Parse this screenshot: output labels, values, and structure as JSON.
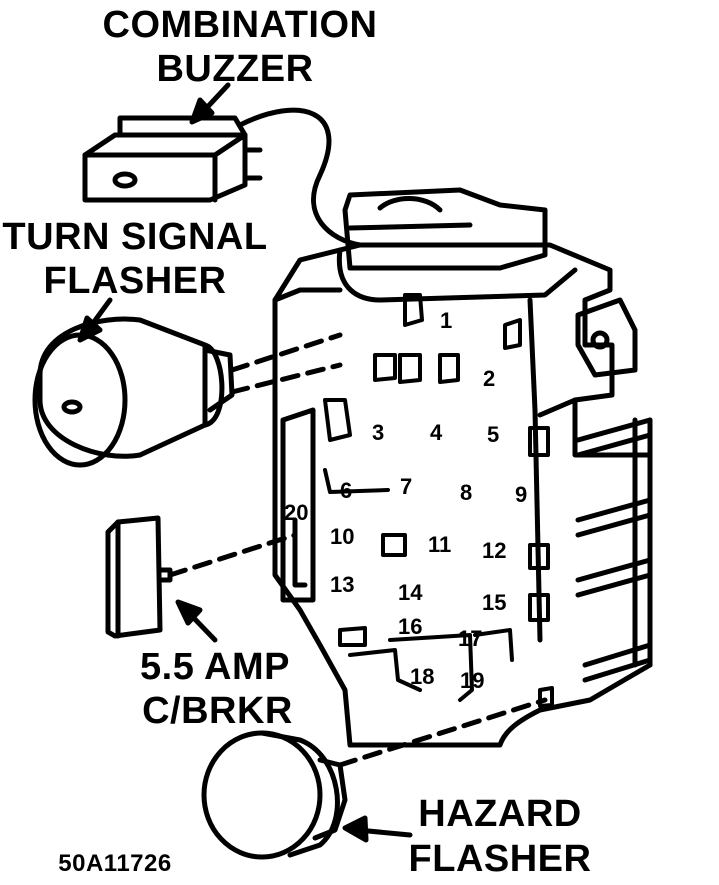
{
  "labels": {
    "combination_buzzer_line1": "COMBINATION",
    "combination_buzzer_line2": "BUZZER",
    "turn_signal_line1": "TURN SIGNAL",
    "turn_signal_line2": "FLASHER",
    "breaker_line1": "5.5 AMP",
    "breaker_line2": "C/BRKR",
    "hazard_line1": "HAZARD",
    "hazard_line2": "FLASHER",
    "figure_id": "50A11726"
  },
  "fuse_numbers": [
    "1",
    "2",
    "3",
    "4",
    "5",
    "6",
    "7",
    "8",
    "9",
    "10",
    "11",
    "12",
    "13",
    "14",
    "15",
    "16",
    "17",
    "18",
    "19",
    "20"
  ],
  "colors": {
    "ink": "#000000",
    "paper": "#ffffff"
  }
}
